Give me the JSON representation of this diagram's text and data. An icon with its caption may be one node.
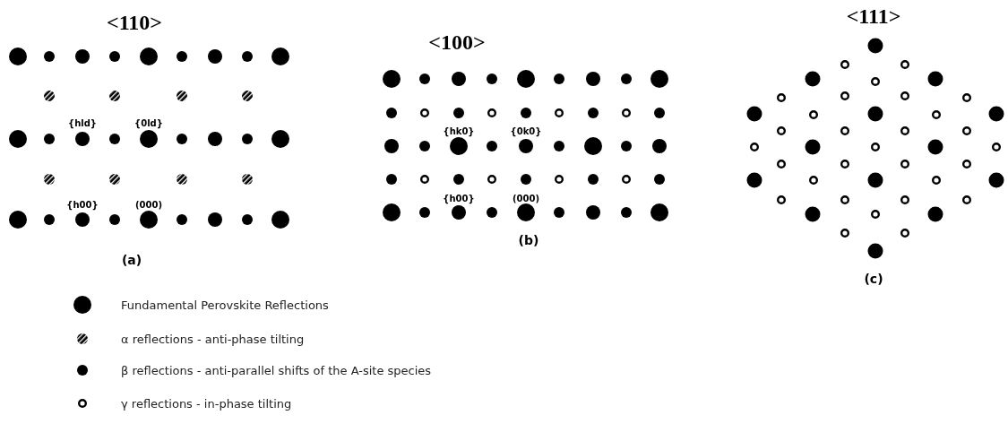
{
  "diagram": {
    "labels": [
      "<110>",
      "{hld}",
      "{0ld}",
      "{h00}",
      "(000)",
      "(a)",
      "<100>",
      "{hk0}",
      "{0k0}",
      "{h00}",
      "(000)",
      "(b)",
      "<111>",
      "(c)"
    ],
    "legend": [
      {
        "text": "Fundamental Perovskite Reflections"
      },
      {
        "text": "α reflections - anti-phase tilting"
      },
      {
        "text": "β reflections - anti-parallel shifts of the A-site species"
      },
      {
        "text": "γ reflections - in-phase tilting"
      }
    ]
  }
}
